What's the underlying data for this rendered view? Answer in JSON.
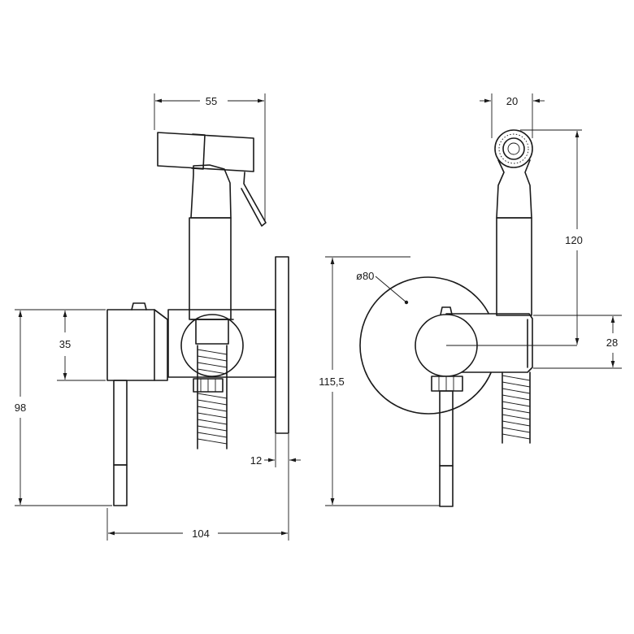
{
  "dimensions": {
    "side_shower_width": "55",
    "side_mount_height": "35",
    "side_total_height": "98",
    "side_flange_thickness": "12",
    "side_total_depth": "104",
    "front_head_width": "20",
    "front_head_height": "120",
    "front_plate_diameter": "ø80",
    "front_total_height": "115,5",
    "front_holder_offset": "28"
  },
  "colors": {
    "line": "#1a1a1a",
    "background": "#ffffff"
  }
}
